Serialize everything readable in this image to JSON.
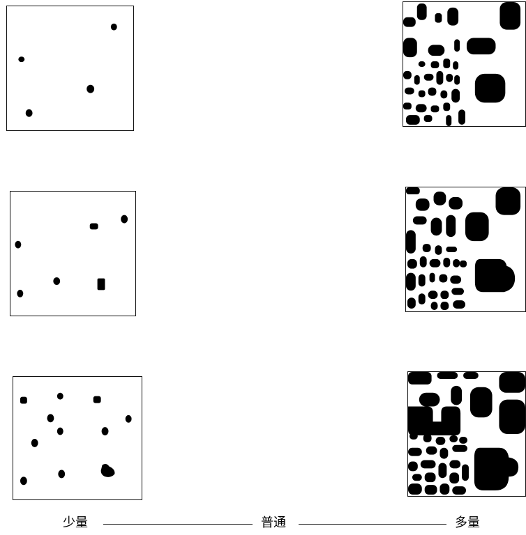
{
  "scale": {
    "low_label": "少量",
    "mid_label": "普通",
    "high_label": "多量"
  },
  "colors": {
    "ink": "#000000",
    "paper": "#ffffff",
    "frame": "#111111"
  },
  "panels": [
    {
      "id": "few-1",
      "level": "少量"
    },
    {
      "id": "few-2",
      "level": "少量"
    },
    {
      "id": "few-3",
      "level": "少量"
    },
    {
      "id": "many-1",
      "level": "多量"
    },
    {
      "id": "many-2",
      "level": "多量"
    },
    {
      "id": "many-3",
      "level": "多量"
    }
  ]
}
